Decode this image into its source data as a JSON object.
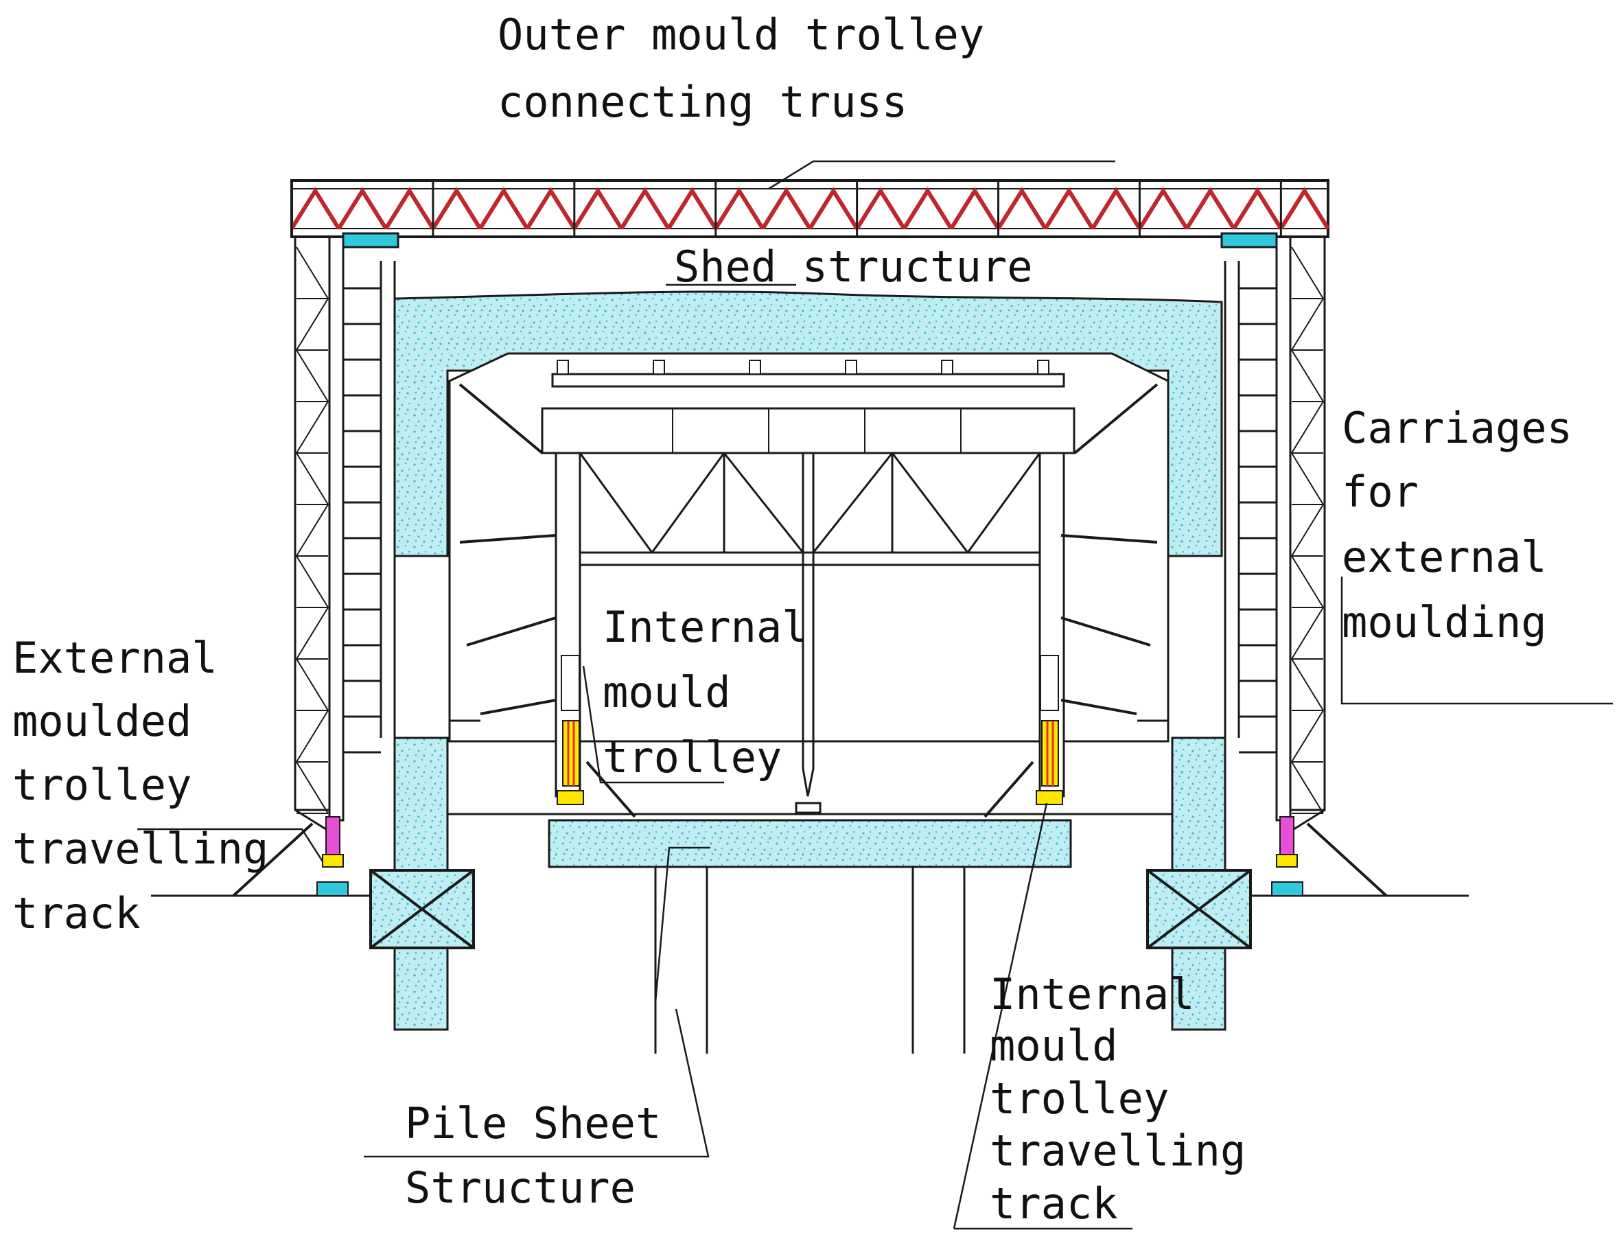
{
  "labels": {
    "truss": [
      "Outer mould trolley",
      "connecting truss"
    ],
    "shed": [
      "Shed structure"
    ],
    "carriages": [
      "Carriages",
      "for",
      "external",
      "moulding"
    ],
    "external_track": [
      "External",
      "moulded",
      "trolley",
      "travelling",
      "track"
    ],
    "internal_trolley": [
      "Internal",
      "mould",
      "trolley"
    ],
    "pile": [
      "Pile Sheet",
      "Structure"
    ],
    "internal_track": [
      "Internal",
      "mould",
      "trolley",
      "travelling",
      "track"
    ]
  },
  "colors": {
    "line": "#1a1a1a",
    "truss_web": "#c0262b",
    "concrete": "#bfeef2",
    "concrete_dot": "#3fb4c8",
    "jack_yellow": "#ffe600",
    "jack_magenta": "#e64fd6",
    "base_cyan": "#31c8dc",
    "hydraulic_red": "#e23030"
  }
}
